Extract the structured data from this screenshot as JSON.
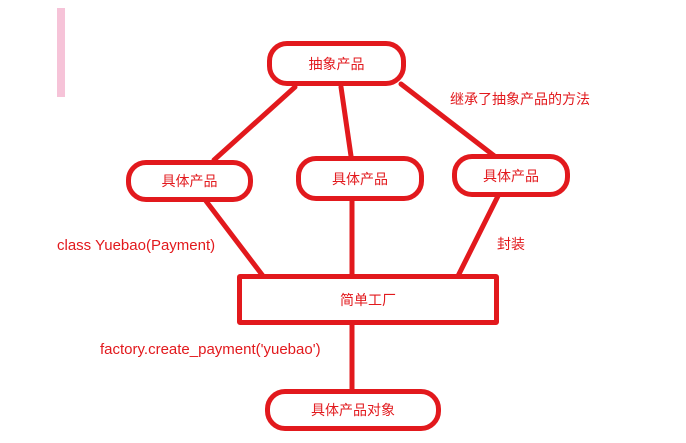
{
  "diagram": {
    "nodes": {
      "abstract_product": "抽象产品",
      "concrete_product_left": "具体产品",
      "concrete_product_middle": "具体产品",
      "concrete_product_right": "具体产品",
      "simple_factory": "简单工厂",
      "concrete_product_object": "具体产品对象"
    },
    "annotations": {
      "inheritance": "继承了抽象产品的方法",
      "class_definition": "class Yuebao(Payment)",
      "encapsulation": "封装",
      "factory_call": "factory.create_payment('yuebao')"
    },
    "colors": {
      "stroke": "#e2191d",
      "pink_bar": "#f6c3d8",
      "background": "#ffffff"
    }
  }
}
